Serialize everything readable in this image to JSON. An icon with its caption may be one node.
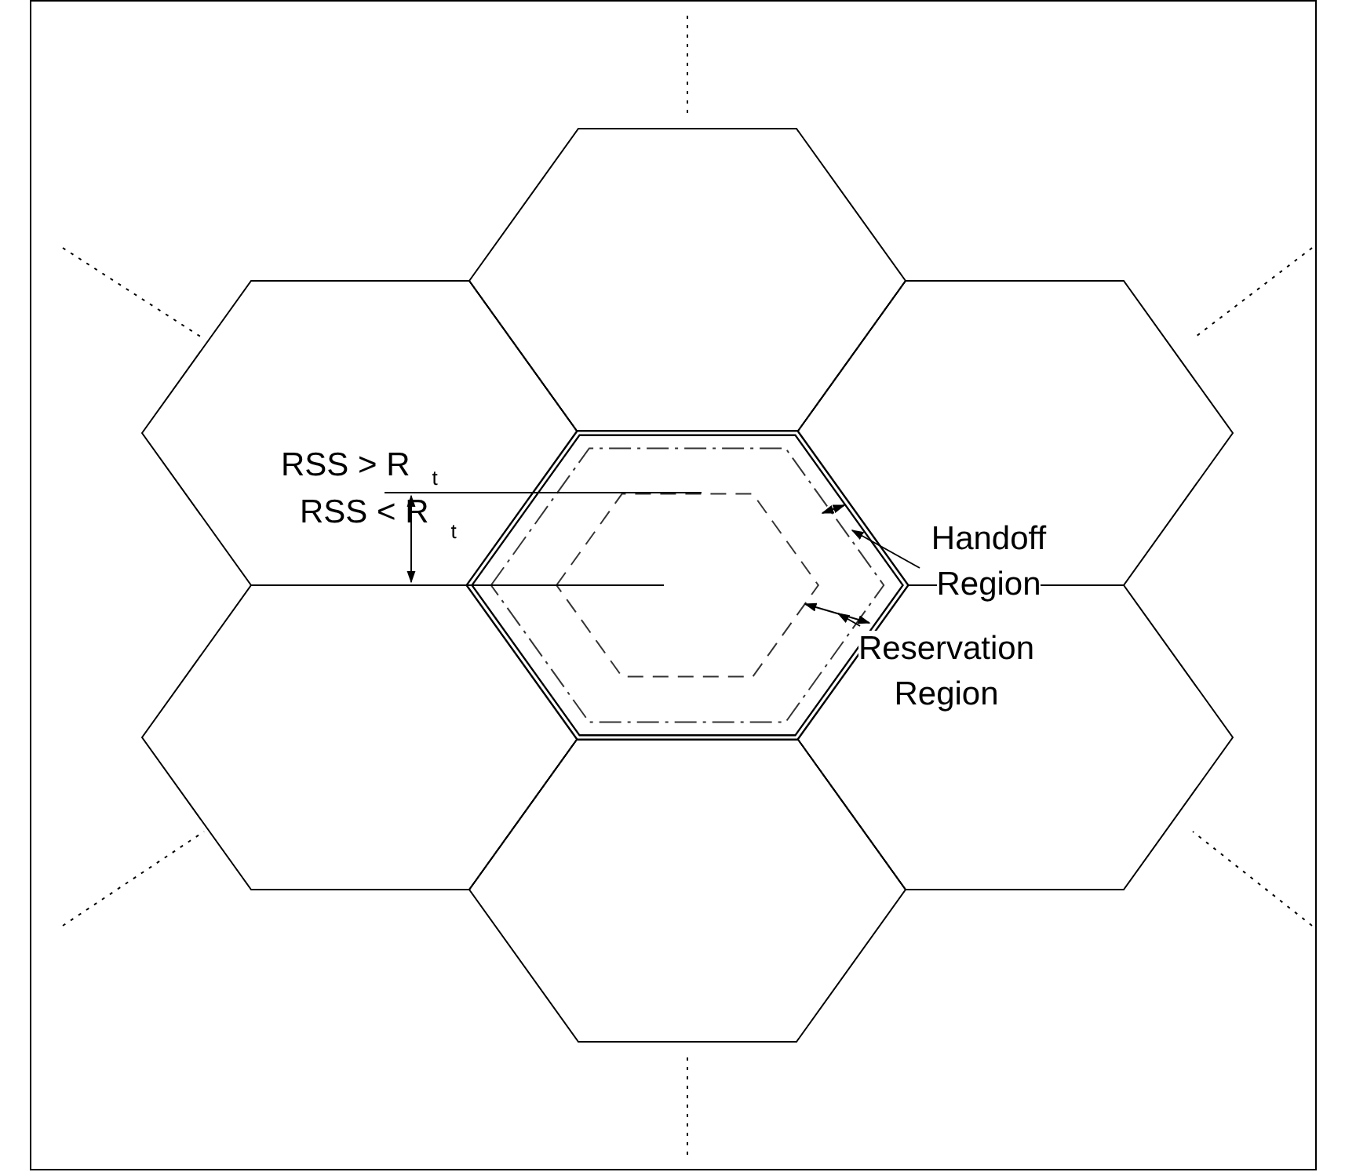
{
  "diagram": {
    "nodes": [
      {
        "text": [
          "Handoff Region"
        ]
      },
      {
        "text": [
          "Reservation Region"
        ]
      }
    ],
    "edges": [
      {
        "from": 0,
        "to": null,
        "arrow": "to"
      },
      {
        "from": 1,
        "to": null,
        "arrow": "to"
      }
    ],
    "labels": [
      "RSS > R$_{t}$",
      "RSS < R$_{t}$"
    ]
  }
}
